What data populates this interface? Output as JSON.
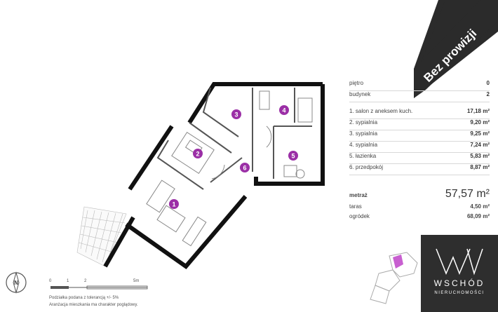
{
  "badge": {
    "text": "Bez prowizji"
  },
  "details": {
    "floor_label": "piętro",
    "floor_value": "0",
    "building_label": "budynek",
    "building_value": "2"
  },
  "rooms": [
    {
      "label": "1. salon z aneksem kuch.",
      "area": "17,18 m²"
    },
    {
      "label": "2. sypialnia",
      "area": "9,20 m²"
    },
    {
      "label": "3. sypialnia",
      "area": "9,25 m²"
    },
    {
      "label": "4. sypialnia",
      "area": "7,24 m²"
    },
    {
      "label": "5. łazienka",
      "area": "5,83 m²"
    },
    {
      "label": "6. przedpokój",
      "area": "8,87 m²"
    }
  ],
  "summary": {
    "area_label": "metraż",
    "area_value": "57,57 m²",
    "terrace_label": "taras",
    "terrace_value": "4,50 m²",
    "garden_label": "ogródek",
    "garden_value": "68,09 m²"
  },
  "room_markers": [
    "1",
    "2",
    "3",
    "4",
    "5",
    "6"
  ],
  "compass": {
    "letter": "N"
  },
  "scale": {
    "ticks": [
      "0",
      "1",
      "2",
      "5m"
    ]
  },
  "notes": {
    "line1": "Podziałka podana z tolerancją +/- 5%",
    "line2": "Aranżacja mieszkania ma charakter poglądowy."
  },
  "brand": {
    "name": "WSCHÓD",
    "subtitle": "NIERUCHOMOŚCI"
  },
  "colors": {
    "accent": "#9b2fa6",
    "badge_bg": "#2b2b2b",
    "brand_bg": "#2e2e2e",
    "unit_highlight": "#c85fd0"
  }
}
